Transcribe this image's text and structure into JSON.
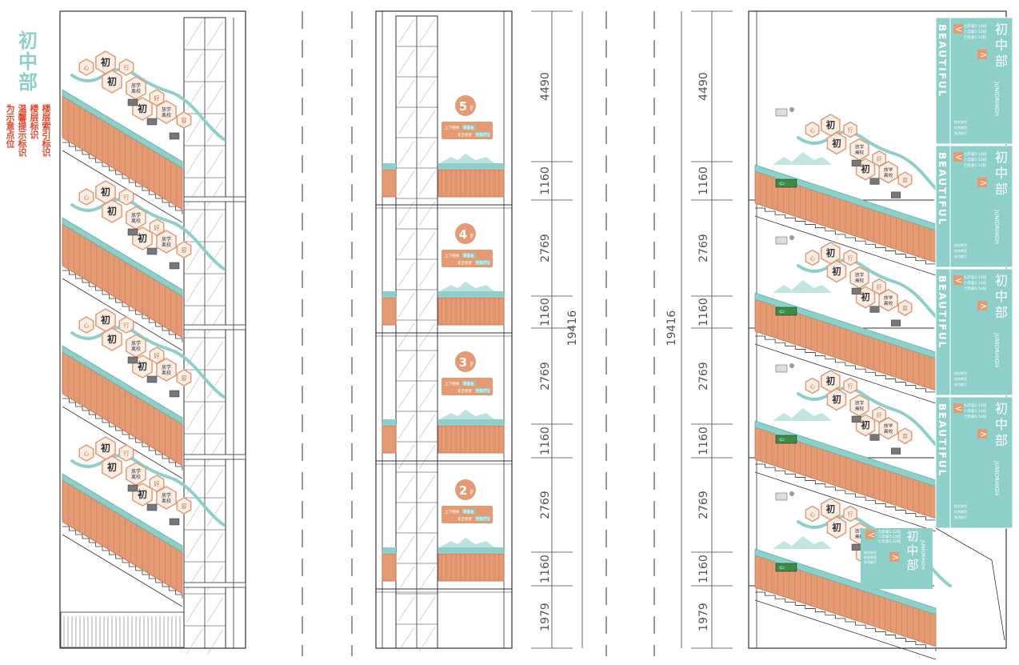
{
  "legend": {
    "title": "初中部",
    "items": [
      "楼层索引标识",
      "楼层标识",
      "温馨提示标识",
      "为示意点位"
    ]
  },
  "colors": {
    "orange": "#e49a73",
    "orange_dark": "#c9704a",
    "teal": "#8ecfca",
    "teal_dark": "#5fb3ad",
    "red": "#e0492d",
    "line": "#555555",
    "exit_green": "#3b8c4a"
  },
  "floor_labels": [
    "5F",
    "4F",
    "3F",
    "2F"
  ],
  "floor_sign_text": {
    "line1": "上下楼梯",
    "line1_hl": "请靠右",
    "line2": "安全教育",
    "line2_hl": "时刻牢记"
  },
  "dimensions": {
    "left": [
      "4490",
      "1160",
      "2769",
      "1160",
      "2769",
      "1160",
      "2769",
      "1160",
      "1979"
    ],
    "right": [
      "4490",
      "1160",
      "2769",
      "1160",
      "2769",
      "1160",
      "2769",
      "1160",
      "1979"
    ],
    "total": "19416"
  },
  "hex_labels": {
    "big": "初",
    "text": "放学\n离校",
    "small": [
      "心",
      "行",
      "好",
      "容"
    ]
  },
  "index_panel": {
    "title": "初中部",
    "subtitle": "JUNIORHIGH",
    "banner": "BEAUTIFUL",
    "lines": [
      "九年级1-12班",
      "八年级1-12班",
      "七年级1-12班"
    ],
    "bottom_lines": [
      "校史陈列",
      "综合教室",
      "多功能厅"
    ]
  }
}
